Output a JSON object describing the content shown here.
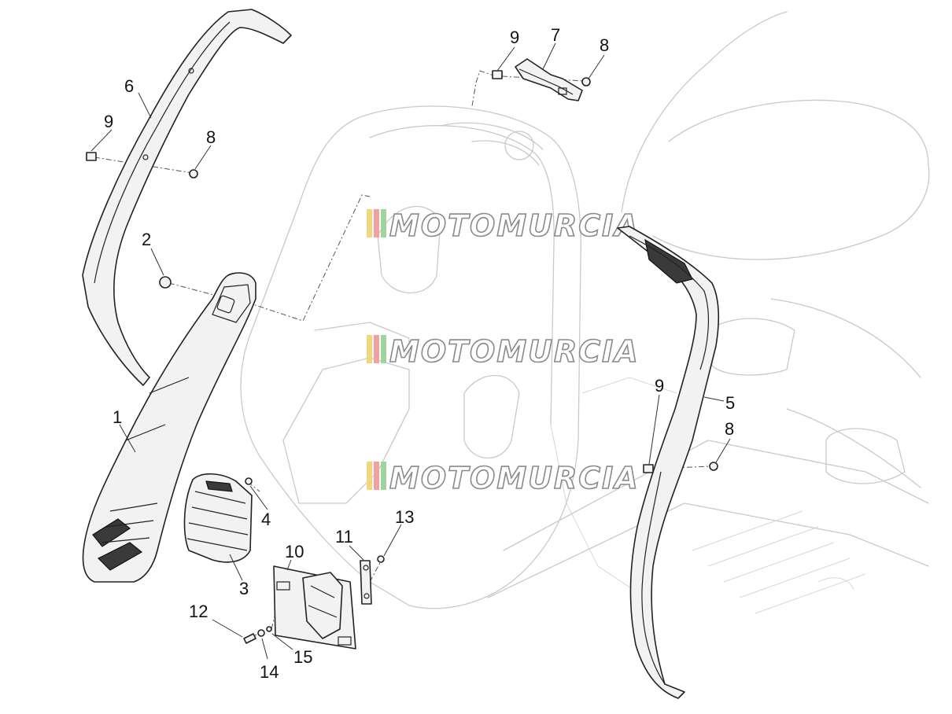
{
  "diagram": {
    "callouts": [
      {
        "id": "c1",
        "label": "1"
      },
      {
        "id": "c2",
        "label": "2"
      },
      {
        "id": "c3",
        "label": "3"
      },
      {
        "id": "c4",
        "label": "4"
      },
      {
        "id": "c5",
        "label": "5"
      },
      {
        "id": "c6",
        "label": "6"
      },
      {
        "id": "c7",
        "label": "7"
      },
      {
        "id": "c8a",
        "label": "8"
      },
      {
        "id": "c8b",
        "label": "8"
      },
      {
        "id": "c8c",
        "label": "8"
      },
      {
        "id": "c9a",
        "label": "9"
      },
      {
        "id": "c9b",
        "label": "9"
      },
      {
        "id": "c9c",
        "label": "9"
      },
      {
        "id": "c10",
        "label": "10"
      },
      {
        "id": "c11",
        "label": "11"
      },
      {
        "id": "c12",
        "label": "12"
      },
      {
        "id": "c13",
        "label": "13"
      },
      {
        "id": "c14",
        "label": "14"
      },
      {
        "id": "c15",
        "label": "15"
      }
    ],
    "watermark": {
      "text": "MOTOMURCIA",
      "stripe_colors": [
        "#f2d77a",
        "#f2a0a0",
        "#9fd49f",
        "#9fc4e6"
      ]
    }
  }
}
